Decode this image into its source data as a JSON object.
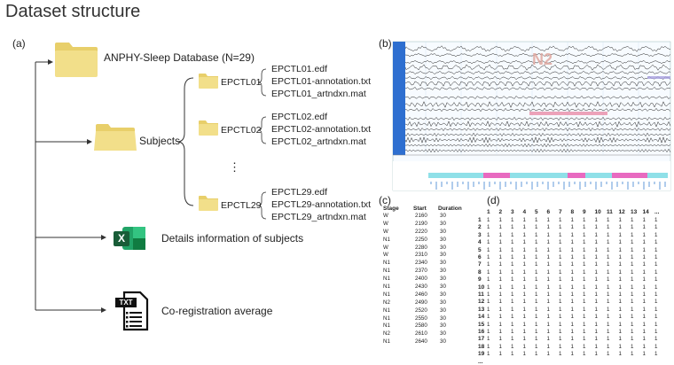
{
  "title": "Dataset structure",
  "panels": {
    "a": "(a)",
    "b": "(b)",
    "c": "(c)",
    "d": "(d)"
  },
  "tree": {
    "database": "ANPHY-Sleep Database (N=29)",
    "subjects": "Subjects",
    "ellipsis": "⋮",
    "patients": [
      {
        "id": "EPCTL01",
        "files": [
          "EPCTL01.edf",
          "EPCTL01-annotation.txt",
          "EPCTL01_artndxn.mat"
        ]
      },
      {
        "id": "EPCTL02",
        "files": [
          "EPCTL02.edf",
          "EPCTL02-annotation.txt",
          "EPCTL02_artndxn.mat"
        ]
      },
      {
        "id": "EPCTL29",
        "files": [
          "EPCTL29.edf",
          "EPCTL29-annotation.txt",
          "EPCTL29_artndxn.mat"
        ]
      }
    ],
    "details": "Details information of subjects",
    "coreg": "Co-registration average",
    "icons": {
      "excel": "X",
      "txt": "TXT"
    }
  },
  "eeg": {
    "stage_label": "N2"
  },
  "annotation_table": {
    "headers": [
      "Stage",
      "Start",
      "Duration"
    ],
    "rows": [
      [
        "W",
        "2160",
        "30"
      ],
      [
        "W",
        "2190",
        "30"
      ],
      [
        "W",
        "2220",
        "30"
      ],
      [
        "N1",
        "2250",
        "30"
      ],
      [
        "W",
        "2280",
        "30"
      ],
      [
        "W",
        "2310",
        "30"
      ],
      [
        "N1",
        "2340",
        "30"
      ],
      [
        "N1",
        "2370",
        "30"
      ],
      [
        "N1",
        "2400",
        "30"
      ],
      [
        "N1",
        "2430",
        "30"
      ],
      [
        "N1",
        "2460",
        "30"
      ],
      [
        "N2",
        "2490",
        "30"
      ],
      [
        "N1",
        "2520",
        "30"
      ],
      [
        "N1",
        "2550",
        "30"
      ],
      [
        "N1",
        "2580",
        "30"
      ],
      [
        "N2",
        "2610",
        "30"
      ],
      [
        "N1",
        "2640",
        "30"
      ]
    ]
  },
  "matrix": {
    "col_headers": [
      "1",
      "2",
      "3",
      "4",
      "5",
      "6",
      "7",
      "8",
      "9",
      "10",
      "11",
      "12",
      "13",
      "14",
      "..."
    ],
    "row_headers": [
      "1",
      "2",
      "3",
      "4",
      "5",
      "6",
      "7",
      "8",
      "9",
      "10",
      "11",
      "12",
      "13",
      "14",
      "15",
      "16",
      "17",
      "18",
      "19",
      "..."
    ],
    "cell_value": "1"
  },
  "colors": {
    "folder": "#f2df8a",
    "folder_tab": "#e8cf6a",
    "excel": "#1f7a44",
    "eeg_bg": "#f7fbff",
    "eeg_label": "#2e6fd0"
  }
}
